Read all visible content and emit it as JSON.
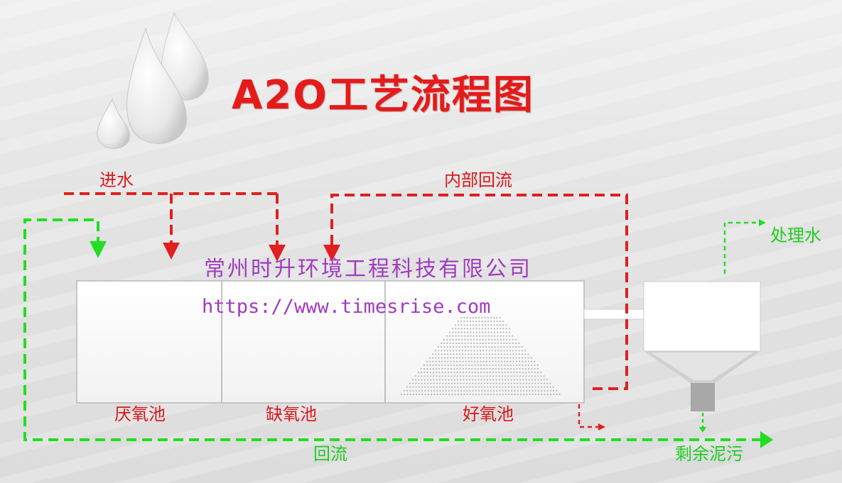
{
  "title": "A2O工艺流程图",
  "flows": {
    "inflow": "进水",
    "internal_return": "内部回流",
    "treated_water": "处理水",
    "return_flow": "回流",
    "excess_sludge": "剩余泥污"
  },
  "tanks": [
    {
      "name": "厌氧池"
    },
    {
      "name": "缺氧池"
    },
    {
      "name": "好氧池"
    }
  ],
  "watermark": {
    "company": "常州时升环境工程科技有限公司",
    "url": "https://www.timesrise.com"
  },
  "colors": {
    "red_flow": "#e02020",
    "green_flow": "#22dd22",
    "title": "#e51b1b",
    "watermark": "#a03cbf"
  }
}
